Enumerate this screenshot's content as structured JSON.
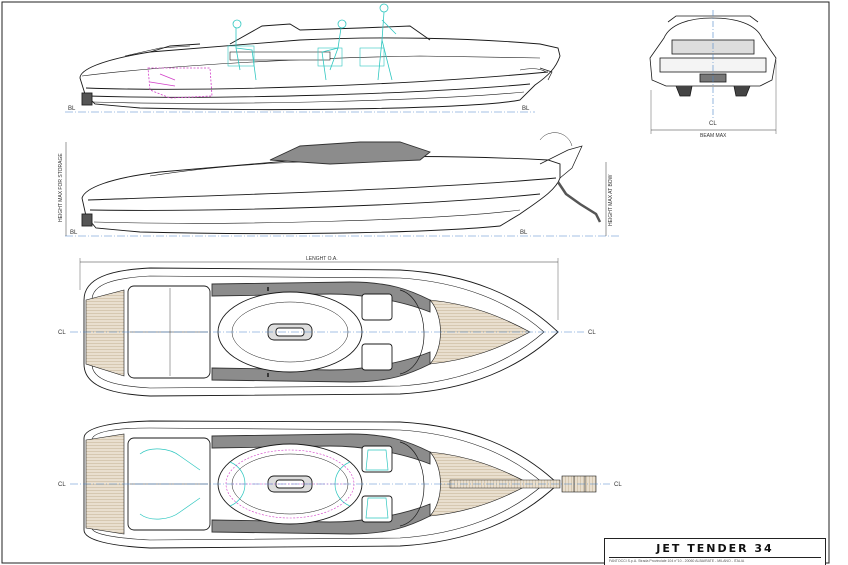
{
  "labels": {
    "bl": "BL",
    "cl": "CL",
    "beam_max": "BEAM MAX",
    "height_storage": "HEIGHT MAX FOR STORAGE",
    "height_bow": "HEIGHT MAX AT BOW",
    "length_oa": "LENGHT O.A."
  },
  "title_block": {
    "title": "JET TENDER 34",
    "subtitle": "FANTOCCI S.p.A. Strada Provinciale 104 n°10 - 20060 ALBAIRATE - MILANO - ITALIA"
  },
  "colors": {
    "line": "#1a1a1a",
    "gray_fill": "#8c8c8c",
    "deck": "#e6dccb",
    "figure": "#2fc7c0",
    "engine": "#d23fc8",
    "dim": "#4b86c9"
  }
}
